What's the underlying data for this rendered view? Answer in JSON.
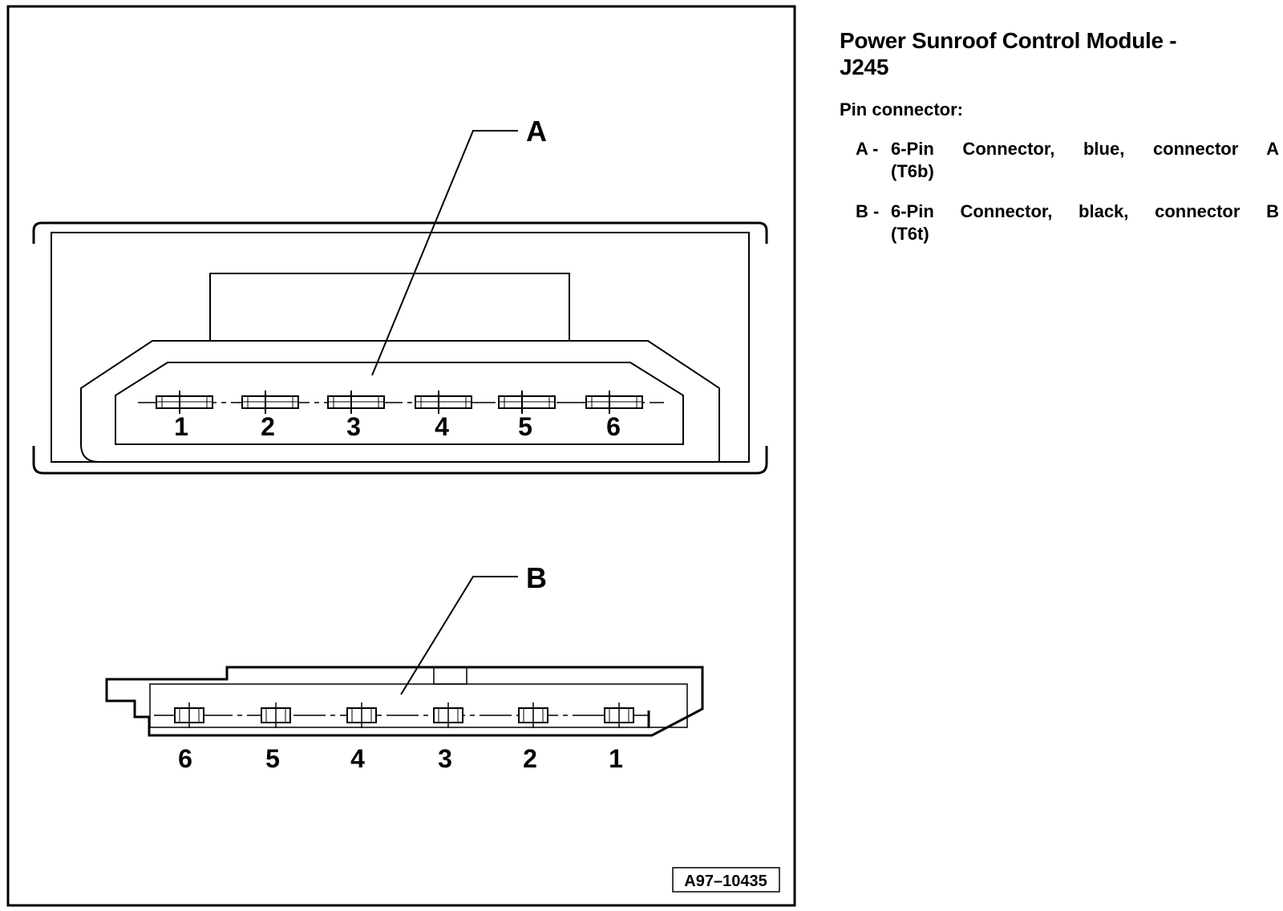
{
  "figure": {
    "reference": "A97–10435",
    "callout_a": "A",
    "callout_b": "B",
    "connector_a_pin_labels": [
      "1",
      "2",
      "3",
      "4",
      "5",
      "6"
    ],
    "connector_b_pin_labels": [
      "6",
      "5",
      "4",
      "3",
      "2",
      "1"
    ]
  },
  "panel": {
    "title_line1": "Power Sunroof Control Module -",
    "title_line2": "J245",
    "subtitle": "Pin connector:",
    "items": [
      {
        "letter": "A -",
        "text": "6-Pin Connector, blue, connector A",
        "code": "(T6b)"
      },
      {
        "letter": "B -",
        "text": "6-Pin Connector, black, connector B",
        "code": "(T6t)"
      }
    ]
  }
}
